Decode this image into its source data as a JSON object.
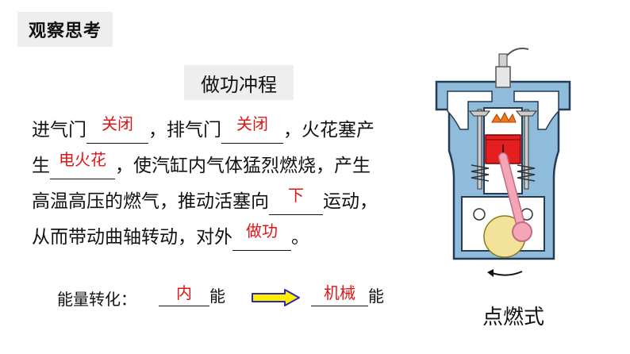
{
  "tag": "观察思考",
  "title": "做功冲程",
  "paragraph": {
    "l1_a": "进气门",
    "l1_ans1": "关闭",
    "l1_b": "，排气门",
    "l1_ans2": "关闭",
    "l1_c": "，火花塞产",
    "l2_a": "生",
    "l2_ans": "电火花",
    "l2_b": "，使汽缸内气体猛烈燃烧，产生",
    "l3_a": "高温高压的燃气，推动活塞向",
    "l3_ans": "下",
    "l3_b": "运动，",
    "l4_a": "从而带动曲轴转动，对外",
    "l4_ans": "做功",
    "l4_b": "。"
  },
  "energy": {
    "label": "能量转化：",
    "from": "内",
    "from_suffix": "能",
    "to": "机械",
    "to_suffix": "能"
  },
  "caption": "点燃式",
  "colors": {
    "answer": "#e01515",
    "arrow_fill": "#ffee00",
    "arrow_stroke": "#2a2ab0",
    "engine_body": "#8fbcdb",
    "piston": "#e41f1f",
    "rod": "#f2a6b6",
    "crank": "#f3e39a"
  }
}
